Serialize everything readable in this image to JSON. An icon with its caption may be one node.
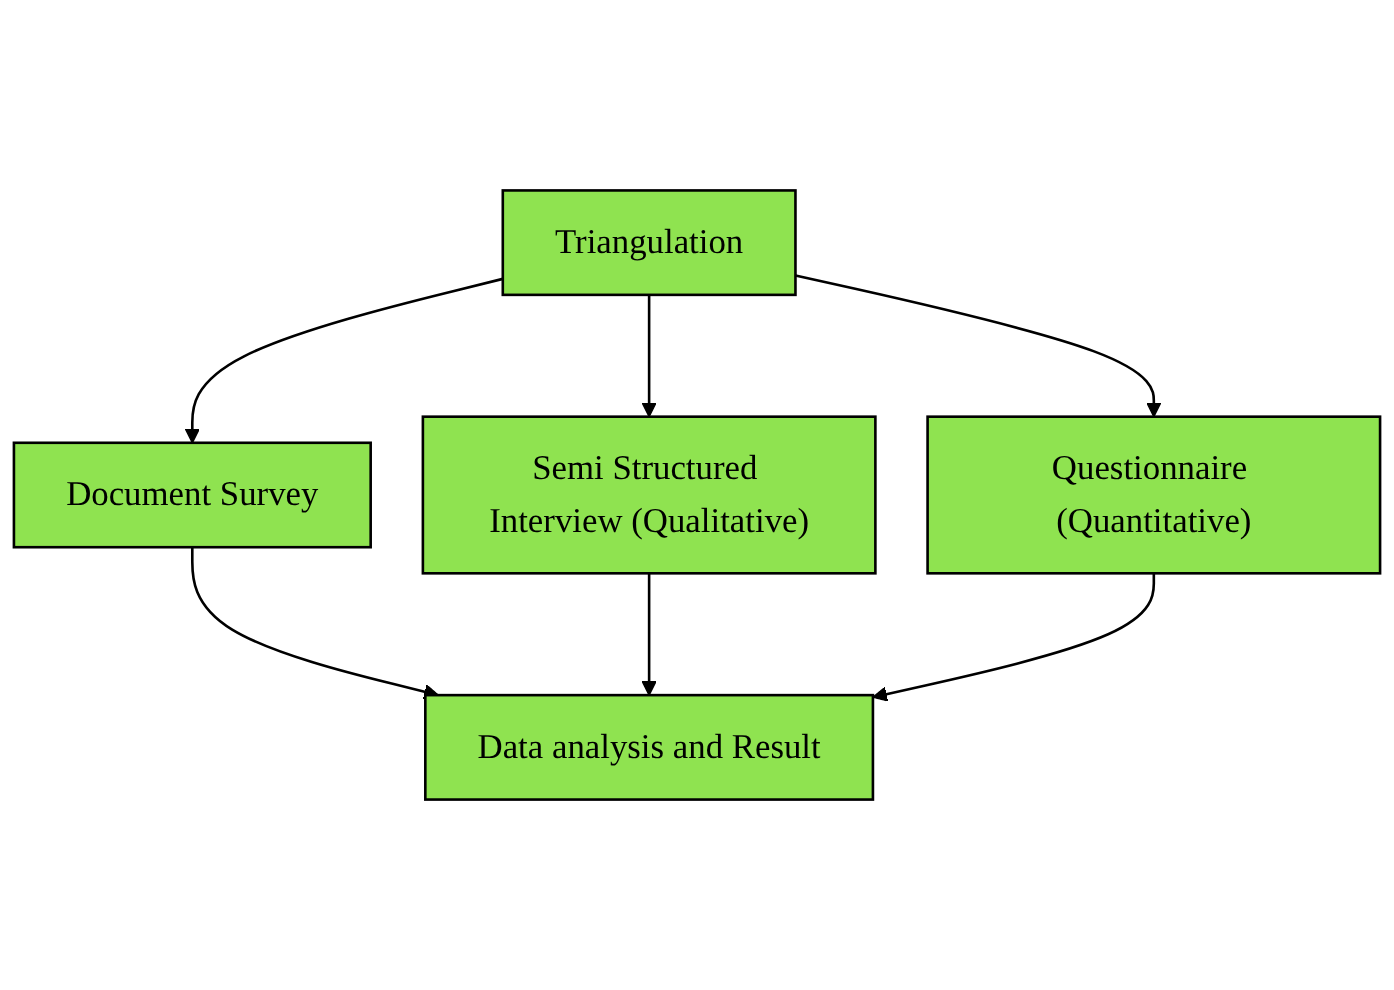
{
  "diagram": {
    "nodes": [
      {
        "text": [
          "Triangulation"
        ]
      },
      {
        "text": [
          "Document Survey"
        ]
      },
      {
        "text": [
          "Semi Structured Interview (Qualitative)"
        ]
      },
      {
        "text": [
          "Questionnaire (Quantitative)"
        ]
      },
      {
        "text": [
          "Data analysis and Result"
        ]
      }
    ],
    "edges": [
      {
        "from": 0,
        "to": 1,
        "arrow": "to"
      },
      {
        "from": 0,
        "to": 2,
        "arrow": "to"
      },
      {
        "from": 0,
        "to": 3,
        "arrow": "to"
      },
      {
        "from": 1,
        "to": 4,
        "arrow": "to"
      },
      {
        "from": 2,
        "to": 4,
        "arrow": "to"
      },
      {
        "from": 3,
        "to": 4,
        "arrow": "to"
      }
    ]
  }
}
